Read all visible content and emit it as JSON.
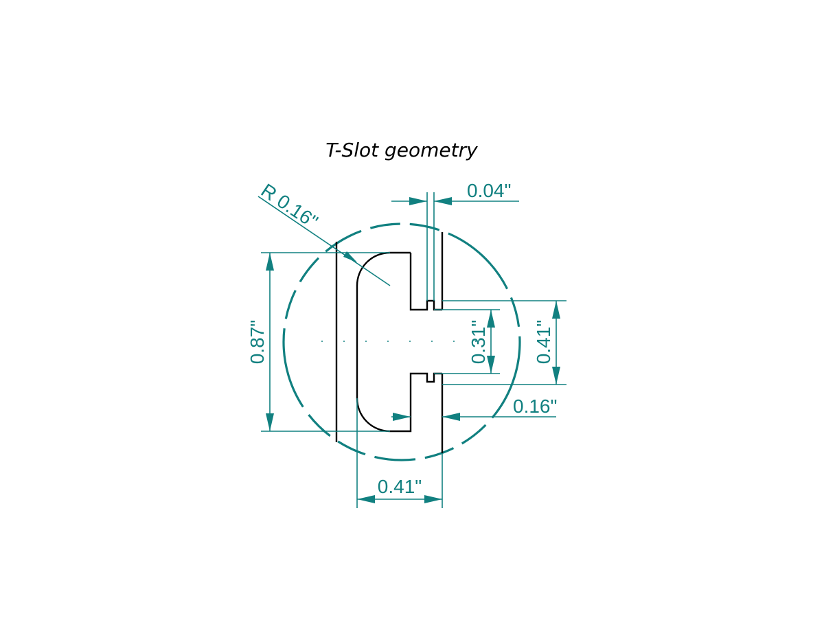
{
  "title": "T-Slot geometry",
  "colors": {
    "dimension": "#118080",
    "outline": "#000000",
    "background": "#ffffff"
  },
  "dimensions": {
    "radius": "R 0.16\"",
    "slot_gap": "0.04\"",
    "overall_height": "0.87\"",
    "opening": "0.31\"",
    "inner_height": "0.41\"",
    "lip_depth": "0.16\"",
    "inner_width": "0.41\""
  }
}
